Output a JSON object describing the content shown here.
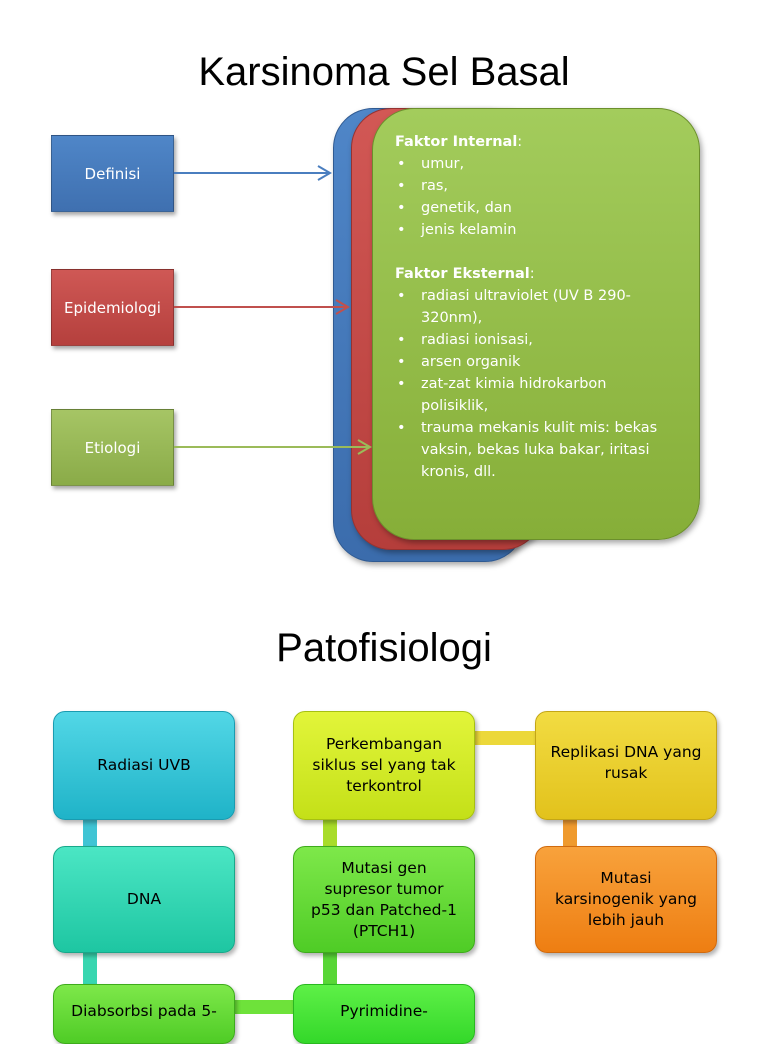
{
  "top": {
    "title": "Karsinoma Sel Basal",
    "left_boxes": {
      "definisi": "Definisi",
      "epidemiologi": "Epidemiologi",
      "etiologi": "Etiologi"
    },
    "card": {
      "internal_heading": "Faktor Internal",
      "internal_colon": ":",
      "internal_items": [
        "umur,",
        "ras,",
        "genetik, dan",
        "jenis kelamin"
      ],
      "external_heading": "Faktor Eksternal",
      "external_colon": ":",
      "external_items": [
        "radiasi ultraviolet (UV B 290-320nm),",
        "radiasi ionisasi,",
        "arsen organik",
        "zat-zat kimia hidrokarbon polisiklik,",
        "trauma mekanis kulit mis: bekas vaksin, bekas luka bakar, iritasi kronis, dll."
      ]
    },
    "colors": {
      "blue": "#4a7ebf",
      "red": "#c0504d",
      "green": "#9bbb59"
    }
  },
  "bottom": {
    "title": "Patofisiologi",
    "nodes": {
      "radiasi": "Radiasi UVB",
      "dna": "DNA",
      "diabsorbsi": "Diabsorbsi pada 5-",
      "perkembangan": "Perkembangan siklus sel yang tak terkontrol",
      "mutasi_gen": "Mutasi gen supresor tumor p53 dan Patched-1 (PTCH1)",
      "pyrimidine": "Pyrimidine-",
      "replikasi": "Replikasi DNA yang rusak",
      "mutasi_karsinogenik": "Mutasi karsinogenik yang lebih jauh"
    }
  }
}
